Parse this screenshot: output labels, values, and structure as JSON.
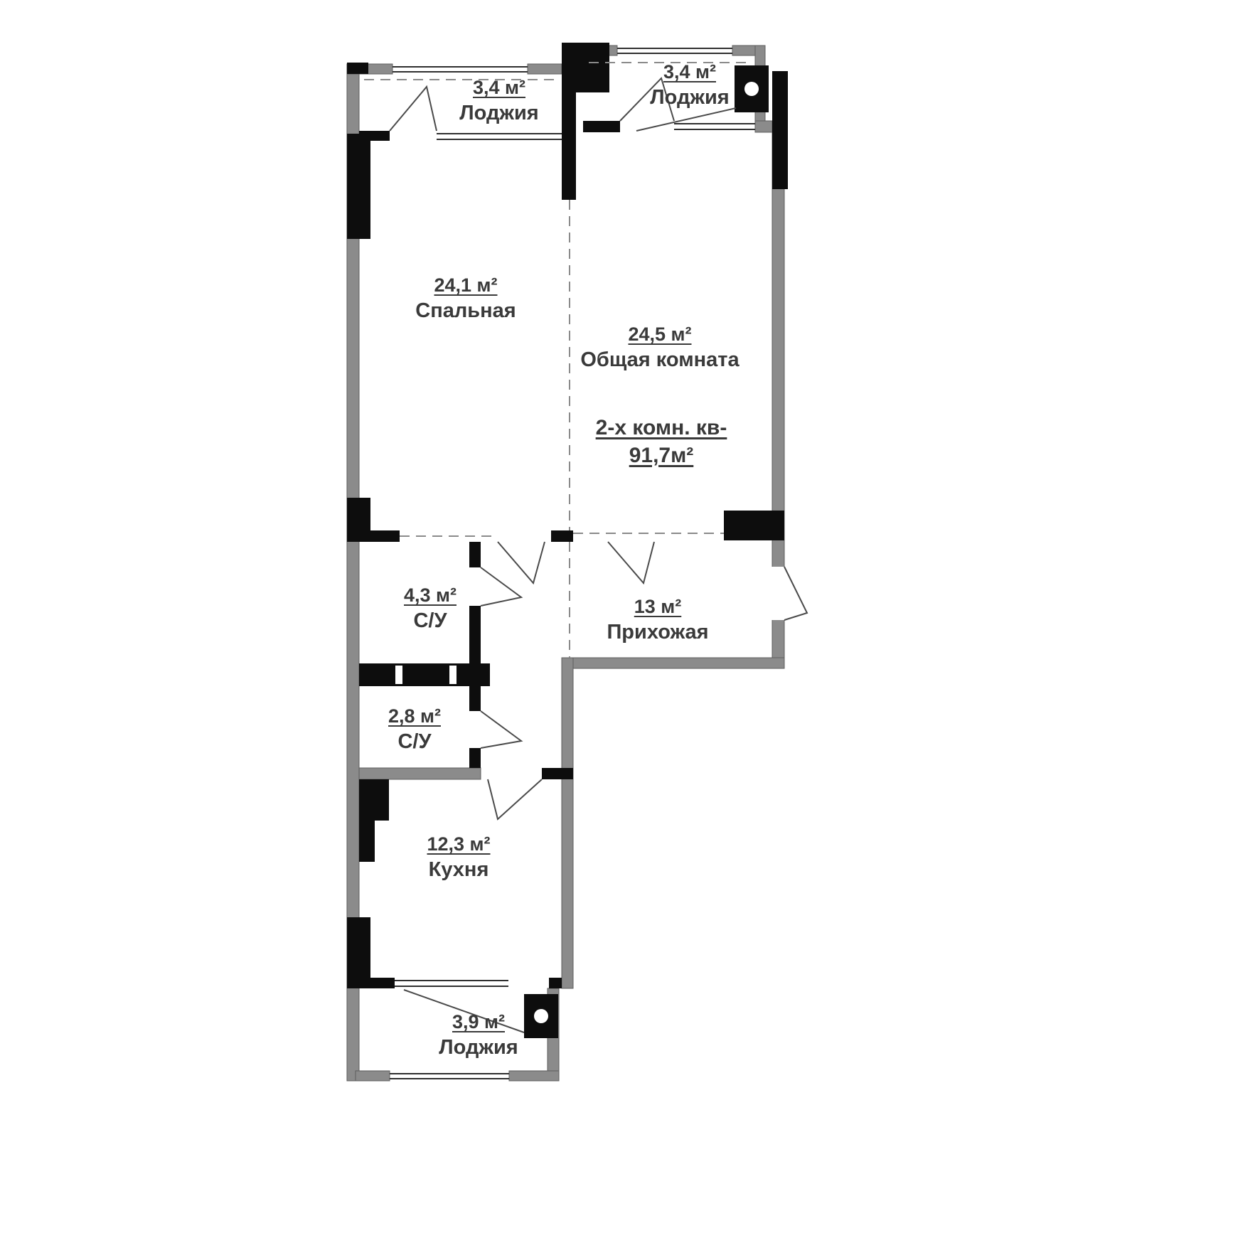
{
  "plan": {
    "title": "2-х комн. кв-",
    "total_area": "91,7м²",
    "rooms": [
      {
        "id": "loggia-top-left",
        "area": "3,4 м²",
        "name": "Лоджия"
      },
      {
        "id": "loggia-top-right",
        "area": "3,4 м²",
        "name": "Лоджия"
      },
      {
        "id": "bedroom",
        "area": "24,1 м²",
        "name": "Спальная"
      },
      {
        "id": "living-room",
        "area": "24,5 м²",
        "name": "Общая комната"
      },
      {
        "id": "bathroom-large",
        "area": "4,3 м²",
        "name": "С/У"
      },
      {
        "id": "hallway",
        "area": "13 м²",
        "name": "Прихожая"
      },
      {
        "id": "bathroom-small",
        "area": "2,8 м²",
        "name": "С/У"
      },
      {
        "id": "kitchen",
        "area": "12,3 м²",
        "name": "Кухня"
      },
      {
        "id": "loggia-bottom",
        "area": "3,9 м²",
        "name": "Лоджия"
      }
    ],
    "colors": {
      "background": "#ffffff",
      "wall_gray": "#8b8b8b",
      "wall_black": "#0d0d0d",
      "text": "#3a3a3a"
    }
  }
}
